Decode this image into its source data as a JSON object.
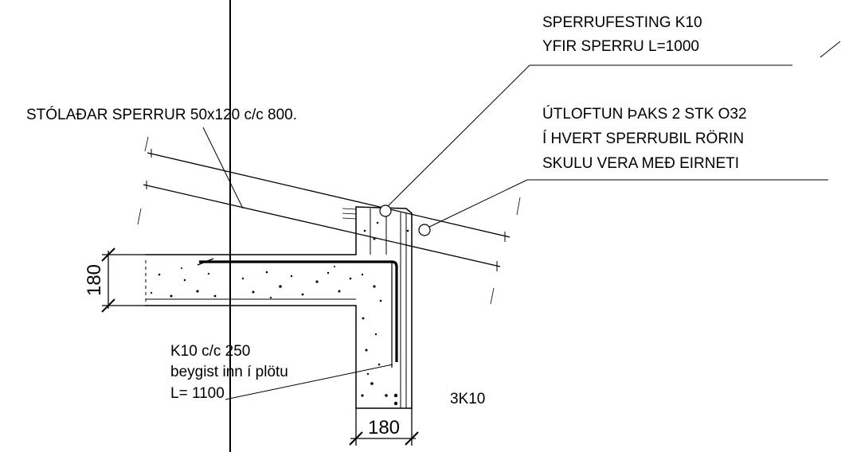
{
  "labels": {
    "bracket_line1": "SPERRUFESTING K10",
    "bracket_line2": "YFIR SPERRU L=1000",
    "rafters": "STÓLAÐAR SPERRUR 50x120 c/c 800.",
    "vent_line1": "ÚTLOFTUN ÞAKS 2 STK O32",
    "vent_line2": "Í HVERT SPERRUBIL RÖRIN",
    "vent_line3": "SKULU VERA MEÐ EIRNETI",
    "rebar_line1": "K10 c/c 250",
    "rebar_line2": "beygist inn í plötu",
    "rebar_line3": "L= 1100",
    "wall_rebar": "3K10"
  },
  "dimensions": {
    "slab_thickness": "180",
    "wall_thickness": "180"
  }
}
